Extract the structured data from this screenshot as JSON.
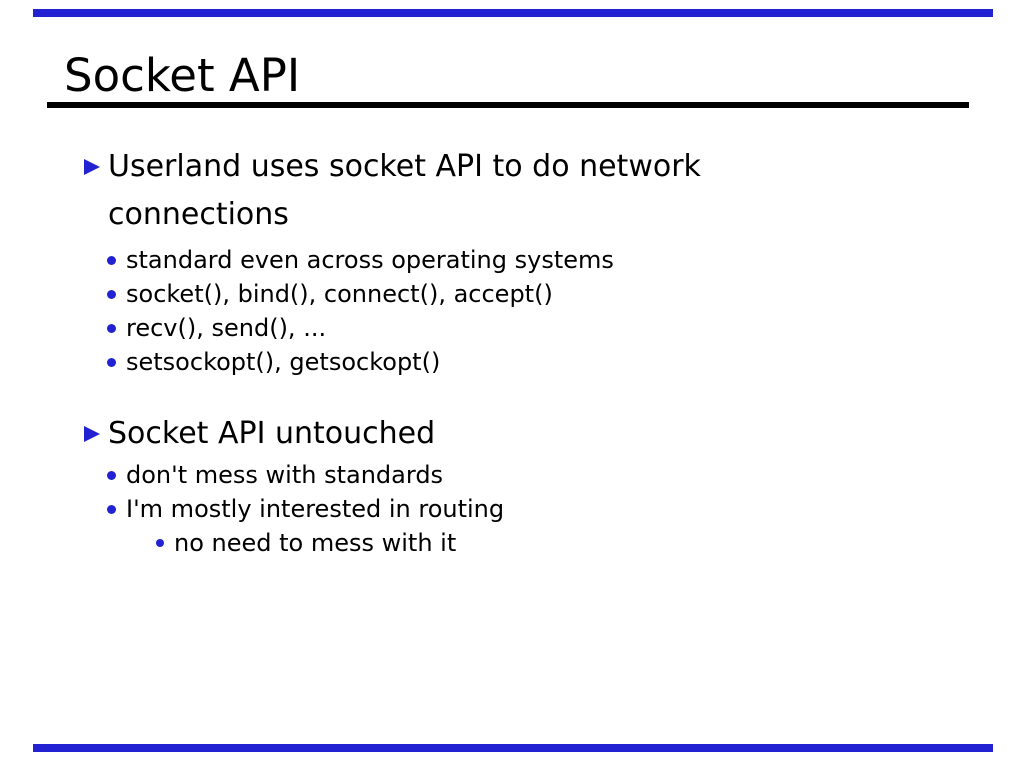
{
  "slide": {
    "title": "Socket API",
    "accent_color": "#2222d2",
    "text_color": "#000000",
    "bullets": [
      {
        "level": 1,
        "icon": "triangle-bullet",
        "text": "Userland uses socket API to do network\nconnections"
      },
      {
        "level": 2,
        "icon": "dot-bullet",
        "text": "standard even across operating systems"
      },
      {
        "level": 2,
        "icon": "dot-bullet",
        "text": "socket(), bind(), connect(), accept()"
      },
      {
        "level": 2,
        "icon": "dot-bullet",
        "text": "recv(), send(), ..."
      },
      {
        "level": 2,
        "icon": "dot-bullet",
        "text": "setsockopt(), getsockopt()"
      },
      {
        "level": 1,
        "icon": "triangle-bullet",
        "text": "Socket API untouched"
      },
      {
        "level": 2,
        "icon": "dot-bullet",
        "text": "don't mess with standards"
      },
      {
        "level": 2,
        "icon": "dot-bullet",
        "text": "I'm mostly interested in routing"
      },
      {
        "level": 3,
        "icon": "dot-bullet",
        "text": "no need to mess with it"
      }
    ]
  }
}
